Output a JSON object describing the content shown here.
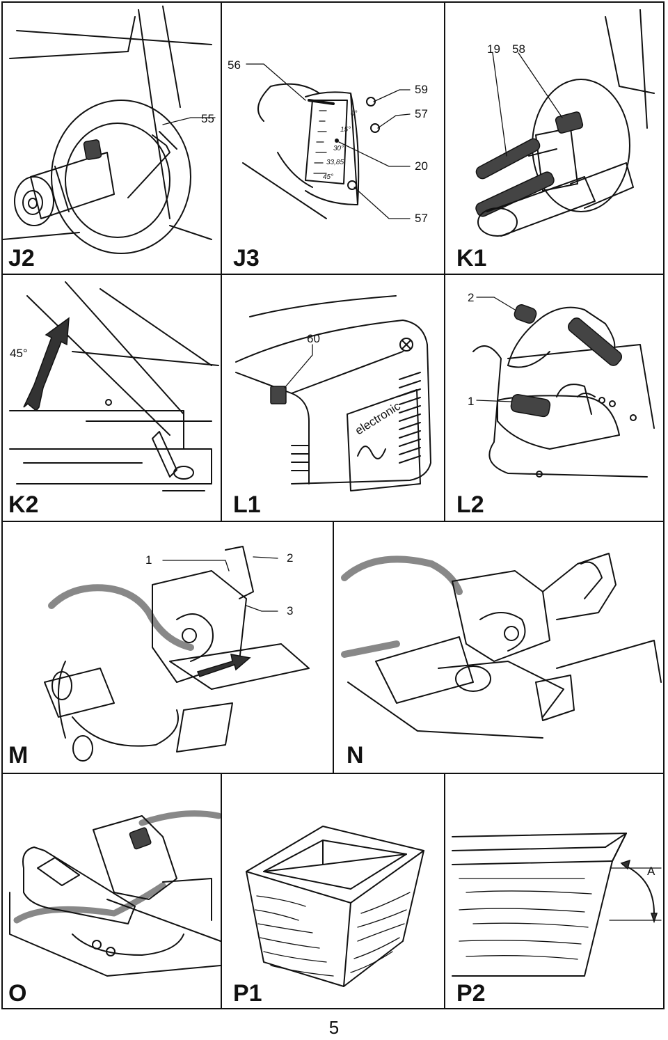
{
  "panels": {
    "J2": {
      "label": "J2",
      "callouts": [
        "55"
      ]
    },
    "J3": {
      "label": "J3",
      "callouts": [
        "56",
        "59",
        "57",
        "20",
        "57"
      ],
      "scale": [
        "0°",
        "15°",
        "30°",
        "33,85",
        "45°"
      ]
    },
    "K1": {
      "label": "K1",
      "callouts": [
        "19",
        "58"
      ]
    },
    "K2": {
      "label": "K2",
      "callouts": [
        "45°"
      ]
    },
    "L1": {
      "label": "L1",
      "callouts": [
        "60"
      ],
      "brand": "electronic"
    },
    "L2": {
      "label": "L2",
      "callouts": [
        "2",
        "1"
      ]
    },
    "M": {
      "label": "M",
      "callouts": [
        "1",
        "2",
        "3"
      ]
    },
    "N": {
      "label": "N"
    },
    "O": {
      "label": "O"
    },
    "P1": {
      "label": "P1"
    },
    "P2": {
      "label": "P2",
      "callouts": [
        "A"
      ]
    }
  },
  "page_number": "5"
}
